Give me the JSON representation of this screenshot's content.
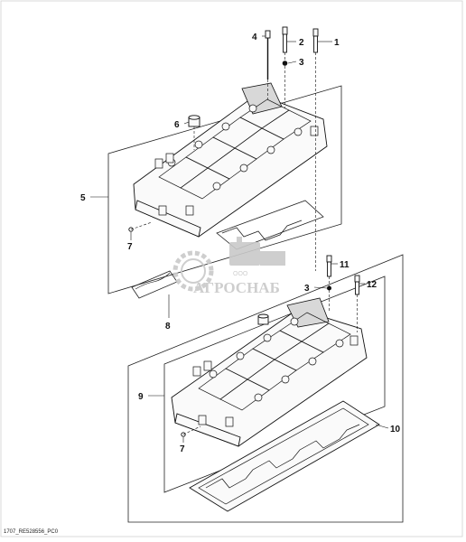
{
  "diagram": {
    "reference_code": "1707_RE528556_PC0",
    "callouts": [
      "1",
      "2",
      "3",
      "4",
      "5",
      "6",
      "7",
      "8",
      "9",
      "10",
      "11",
      "12"
    ],
    "watermark": {
      "text": "АГРОСНАБ",
      "prefix": "ООО"
    },
    "colors": {
      "line": "#111111",
      "watermark": "#c9c9c9",
      "background": "#ffffff"
    }
  }
}
